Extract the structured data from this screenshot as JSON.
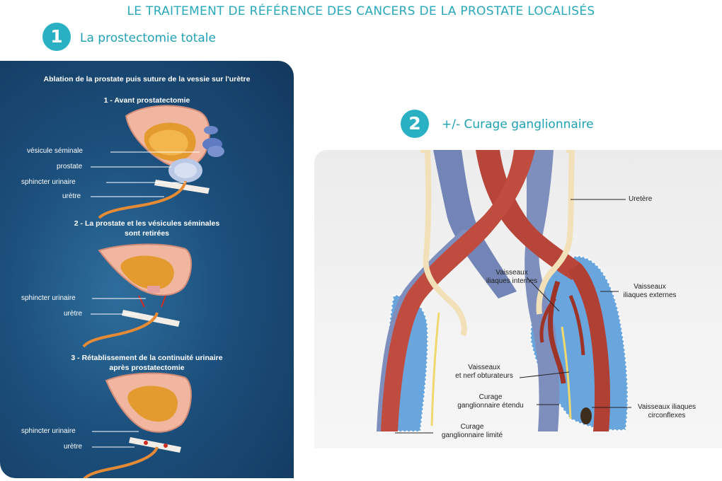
{
  "header": {
    "title": "LE TRAITEMENT DE RÉFÉRENCE DES CANCERS DE LA PROSTATE LOCALISÉS"
  },
  "step1": {
    "number": "1",
    "title": "La prostectomie totale",
    "panel_title": "Ablation de la prostate puis suture de la vessie sur l'urètre",
    "stage1": {
      "title": "1 - Avant prostatectomie",
      "labels": [
        "vésicule séminale",
        "prostate",
        "sphincter urinaire",
        "urètre"
      ]
    },
    "stage2": {
      "title_line1": "2 - La prostate et les vésicules séminales",
      "title_line2": "sont retirées",
      "labels": [
        "sphincter urinaire",
        "urètre"
      ]
    },
    "stage3": {
      "title_line1": "3 - Rétablissement de la continuité urinaire",
      "title_line2": "après prostatectomie",
      "labels": [
        "sphincter urinaire",
        "urètre"
      ]
    }
  },
  "step2": {
    "number": "2",
    "title": "+/- Curage ganglionnaire",
    "labels": {
      "uretere": "Uretère",
      "vaisseaux_internes_1": "Vaisseaux",
      "vaisseaux_internes_2": "iliaques internes",
      "vaisseaux_externes_1": "Vaisseaux",
      "vaisseaux_externes_2": "iliaques externes",
      "obturateurs_1": "Vaisseaux",
      "obturateurs_2": "et nerf obturateurs",
      "etendu_1": "Curage",
      "etendu_2": "ganglionnaire étendu",
      "circonflexes_1": "Vaisseaux iliaques",
      "circonflexes_2": "circonflexes",
      "limite_1": "Curage",
      "limite_2": "ganglionnaire limité"
    }
  },
  "colors": {
    "teal": "#2ab0c3",
    "panel_blue": "#1c4f7c",
    "artery_red": "#b8453a",
    "vein_blue": "#6f7fb0",
    "node_area_blue": "#6aa6de"
  }
}
